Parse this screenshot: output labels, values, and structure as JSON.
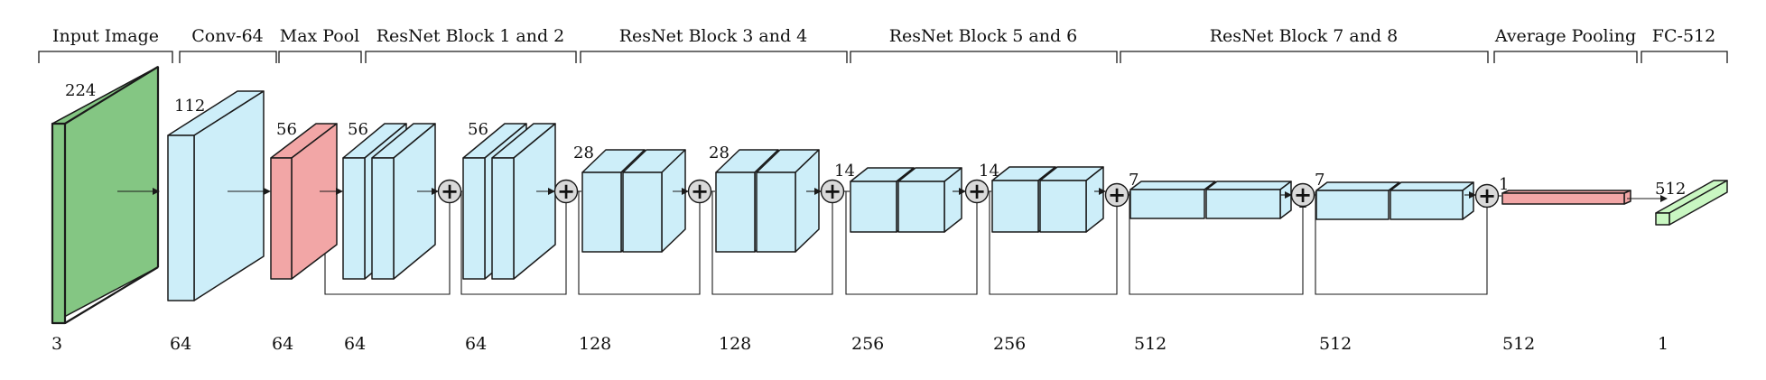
{
  "colors": {
    "input_block": "#84c683",
    "conv_block": "#cdeef9",
    "pool_block": "#f2a6a6",
    "fc_block": "#c9f7c2",
    "edge": "#1a1a1a",
    "adder": "#d9d9d9"
  },
  "segments": [
    {
      "label": "Input Image"
    },
    {
      "label": "Conv-64"
    },
    {
      "label": "Max Pool"
    },
    {
      "label": "ResNet Block 1 and 2"
    },
    {
      "label": "ResNet Block 3 and 4"
    },
    {
      "label": "ResNet Block 5 and 6"
    },
    {
      "label": "ResNet Block 7 and 8"
    },
    {
      "label": "Average Pooling"
    },
    {
      "label": "FC-512"
    }
  ],
  "spatial_labels": [
    "224",
    "112",
    "56",
    "56",
    "56",
    "28",
    "28",
    "14",
    "14",
    "7",
    "7",
    "1",
    "512"
  ],
  "channel_labels": [
    "3",
    "64",
    "64",
    "64",
    "64",
    "128",
    "128",
    "256",
    "256",
    "512",
    "512",
    "512",
    "1"
  ],
  "adder_symbol": "+",
  "adder_count": 8
}
